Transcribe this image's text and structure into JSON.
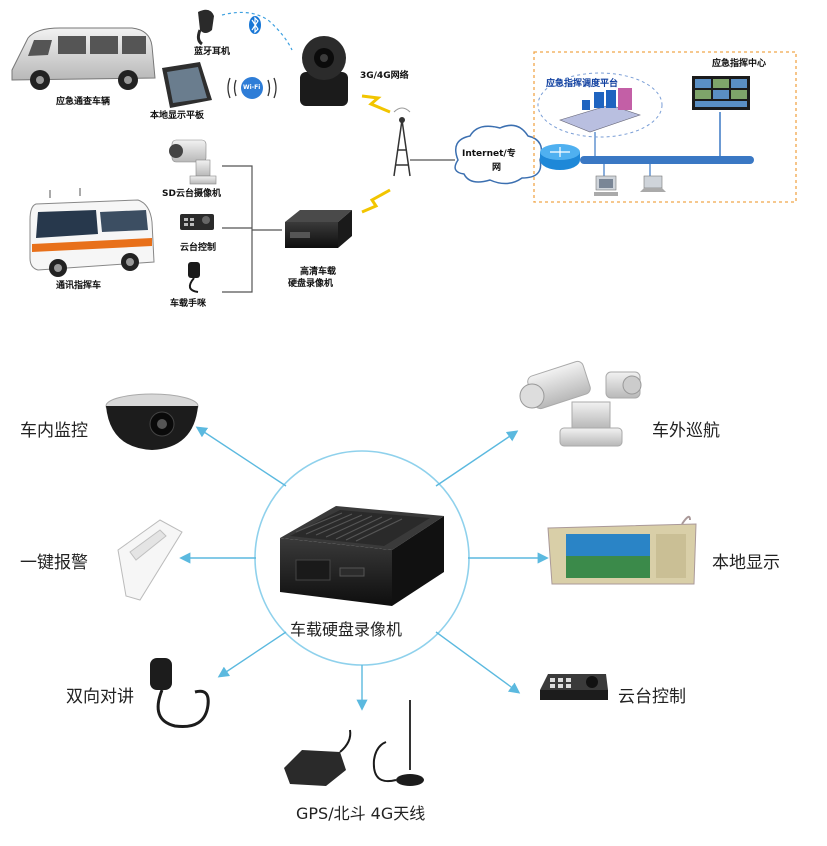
{
  "top_diagram": {
    "van_label": "应急通查车辆",
    "headset_label": "蓝牙耳机",
    "tablet_label": "本地显示平板",
    "wifi_text": "Wi-Fi",
    "camera_4g_label": "3G/4G网络",
    "ptz_label": "SD云台摄像机",
    "keyboard_label": "云台控制",
    "bus_label": "通讯指挥车",
    "handset_label": "车载手咪",
    "dvr_label_line1": "高清车载",
    "dvr_label_line2": "硬盘录像机",
    "network_label_line1": "Internet/专",
    "network_label_line2": "网",
    "platform_label": "应急指挥调度平台",
    "center_label": "应急指挥中心"
  },
  "bottom_diagram": {
    "center_label": "车载硬盘录像机",
    "features": {
      "in_car": "车内监控",
      "alarm": "一键报警",
      "intercom": "双向对讲",
      "antenna": "GPS/北斗 4G天线",
      "ptz_control": "云台控制",
      "display": "本地显示",
      "patrol": "车外巡航"
    }
  },
  "colors": {
    "connector": "#5bb9df",
    "circle": "#8fd1ec",
    "dashed_box": "#f0a64a",
    "lightning": "#f2c500",
    "bus_stripe": "#e8701a"
  }
}
